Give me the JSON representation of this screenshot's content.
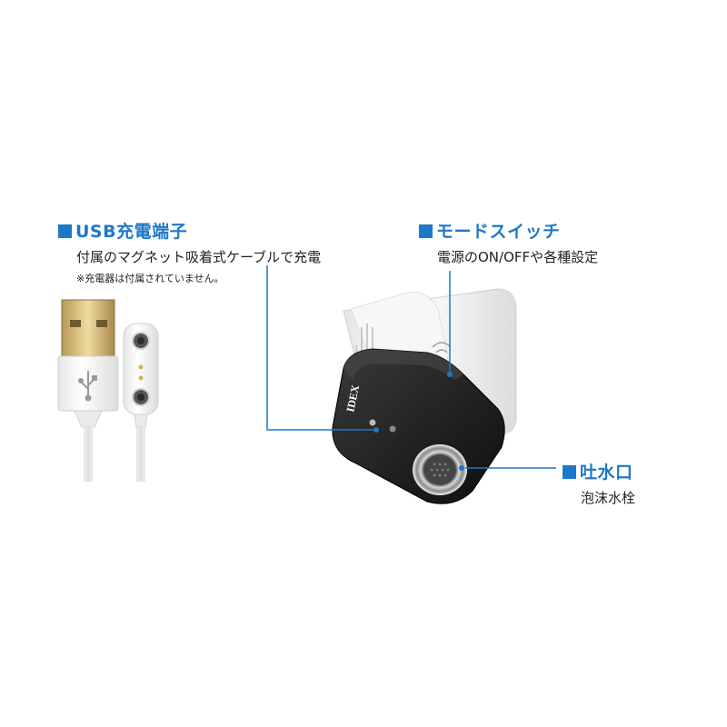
{
  "accent_color": "#1e78c8",
  "callouts": {
    "usb": {
      "title": "USB充電端子",
      "description": "付属のマグネット吸着式ケーブルで充電",
      "note": "※充電器は付属されていません。"
    },
    "mode": {
      "title": "モードスイッチ",
      "description": "電源のON/OFFや各種設定"
    },
    "spout": {
      "title": "吐水口",
      "description": "泡沫水栓"
    }
  },
  "device": {
    "brand": "IDEX"
  },
  "icons": [
    "usb-symbol-icon",
    "hand-sensor-icon",
    "wave-icon"
  ]
}
